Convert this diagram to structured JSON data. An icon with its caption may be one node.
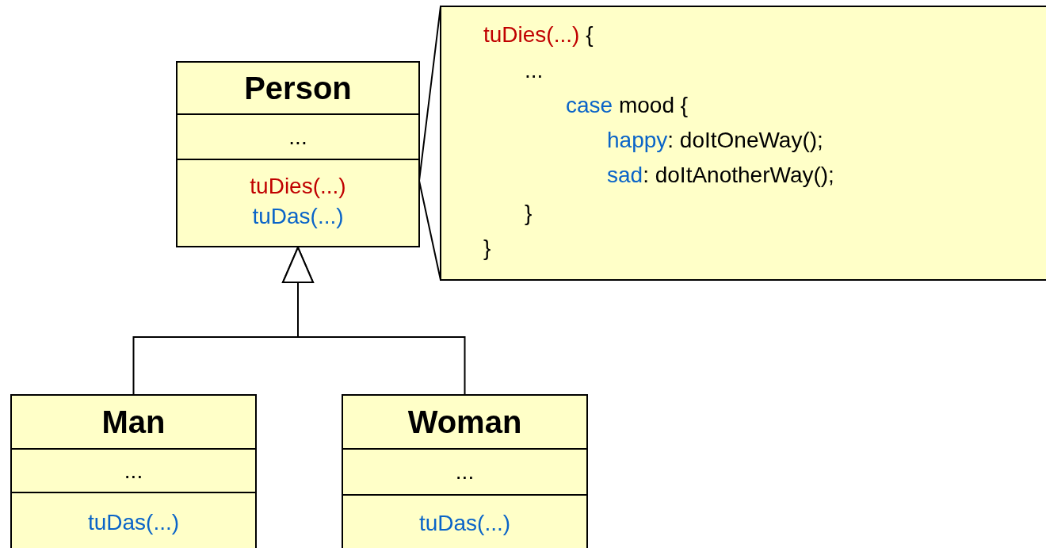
{
  "diagram": {
    "nodes": [
      {
        "text": [
          "Person",
          "...",
          "tuDies(...)",
          "tuDas(...)"
        ]
      },
      {
        "text": [
          "Man",
          "...",
          "tuDas(...)"
        ]
      },
      {
        "text": [
          "Woman",
          "...",
          "tuDas(...)"
        ]
      },
      {
        "text": [
          "tuDies(...) {",
          "...",
          "case mood {",
          "happy: doItOneWay();",
          "sad: doItAnotherWay();",
          "}",
          "}"
        ]
      }
    ],
    "edges": [
      {
        "from": 3,
        "to": 0,
        "arrow": "none"
      },
      {
        "from": 1,
        "to": 0,
        "arrow": "to"
      },
      {
        "from": 2,
        "to": 0,
        "arrow": "to"
      }
    ]
  }
}
